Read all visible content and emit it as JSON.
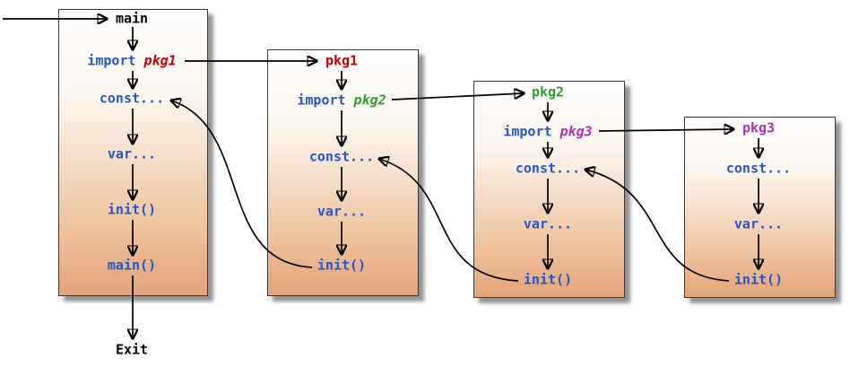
{
  "main_box": {
    "title": "main",
    "import_keyword": "import",
    "import_target": "pkg1",
    "const_stmt": "const...",
    "var_stmt": "var...",
    "init_call": "init()",
    "main_call": "main()"
  },
  "pkg1_box": {
    "title": "pkg1",
    "import_keyword": "import",
    "import_target": "pkg2",
    "const_stmt": "const...",
    "var_stmt": "var...",
    "init_call": "init()"
  },
  "pkg2_box": {
    "title": "pkg2",
    "import_keyword": "import",
    "import_target": "pkg3",
    "const_stmt": "const...",
    "var_stmt": "var...",
    "init_call": "init()"
  },
  "pkg3_box": {
    "title": "pkg3",
    "const_stmt": "const...",
    "var_stmt": "var...",
    "init_call": "init()"
  },
  "exit_label": "Exit",
  "colors": {
    "keyword_blue": "#2458c8",
    "pkg1_red": "#c00000",
    "pkg2_green": "#2e9e2e",
    "pkg3_magenta": "#b030b0",
    "box_gradient_top": "#fffefd",
    "box_gradient_bottom": "#e2a47a"
  }
}
